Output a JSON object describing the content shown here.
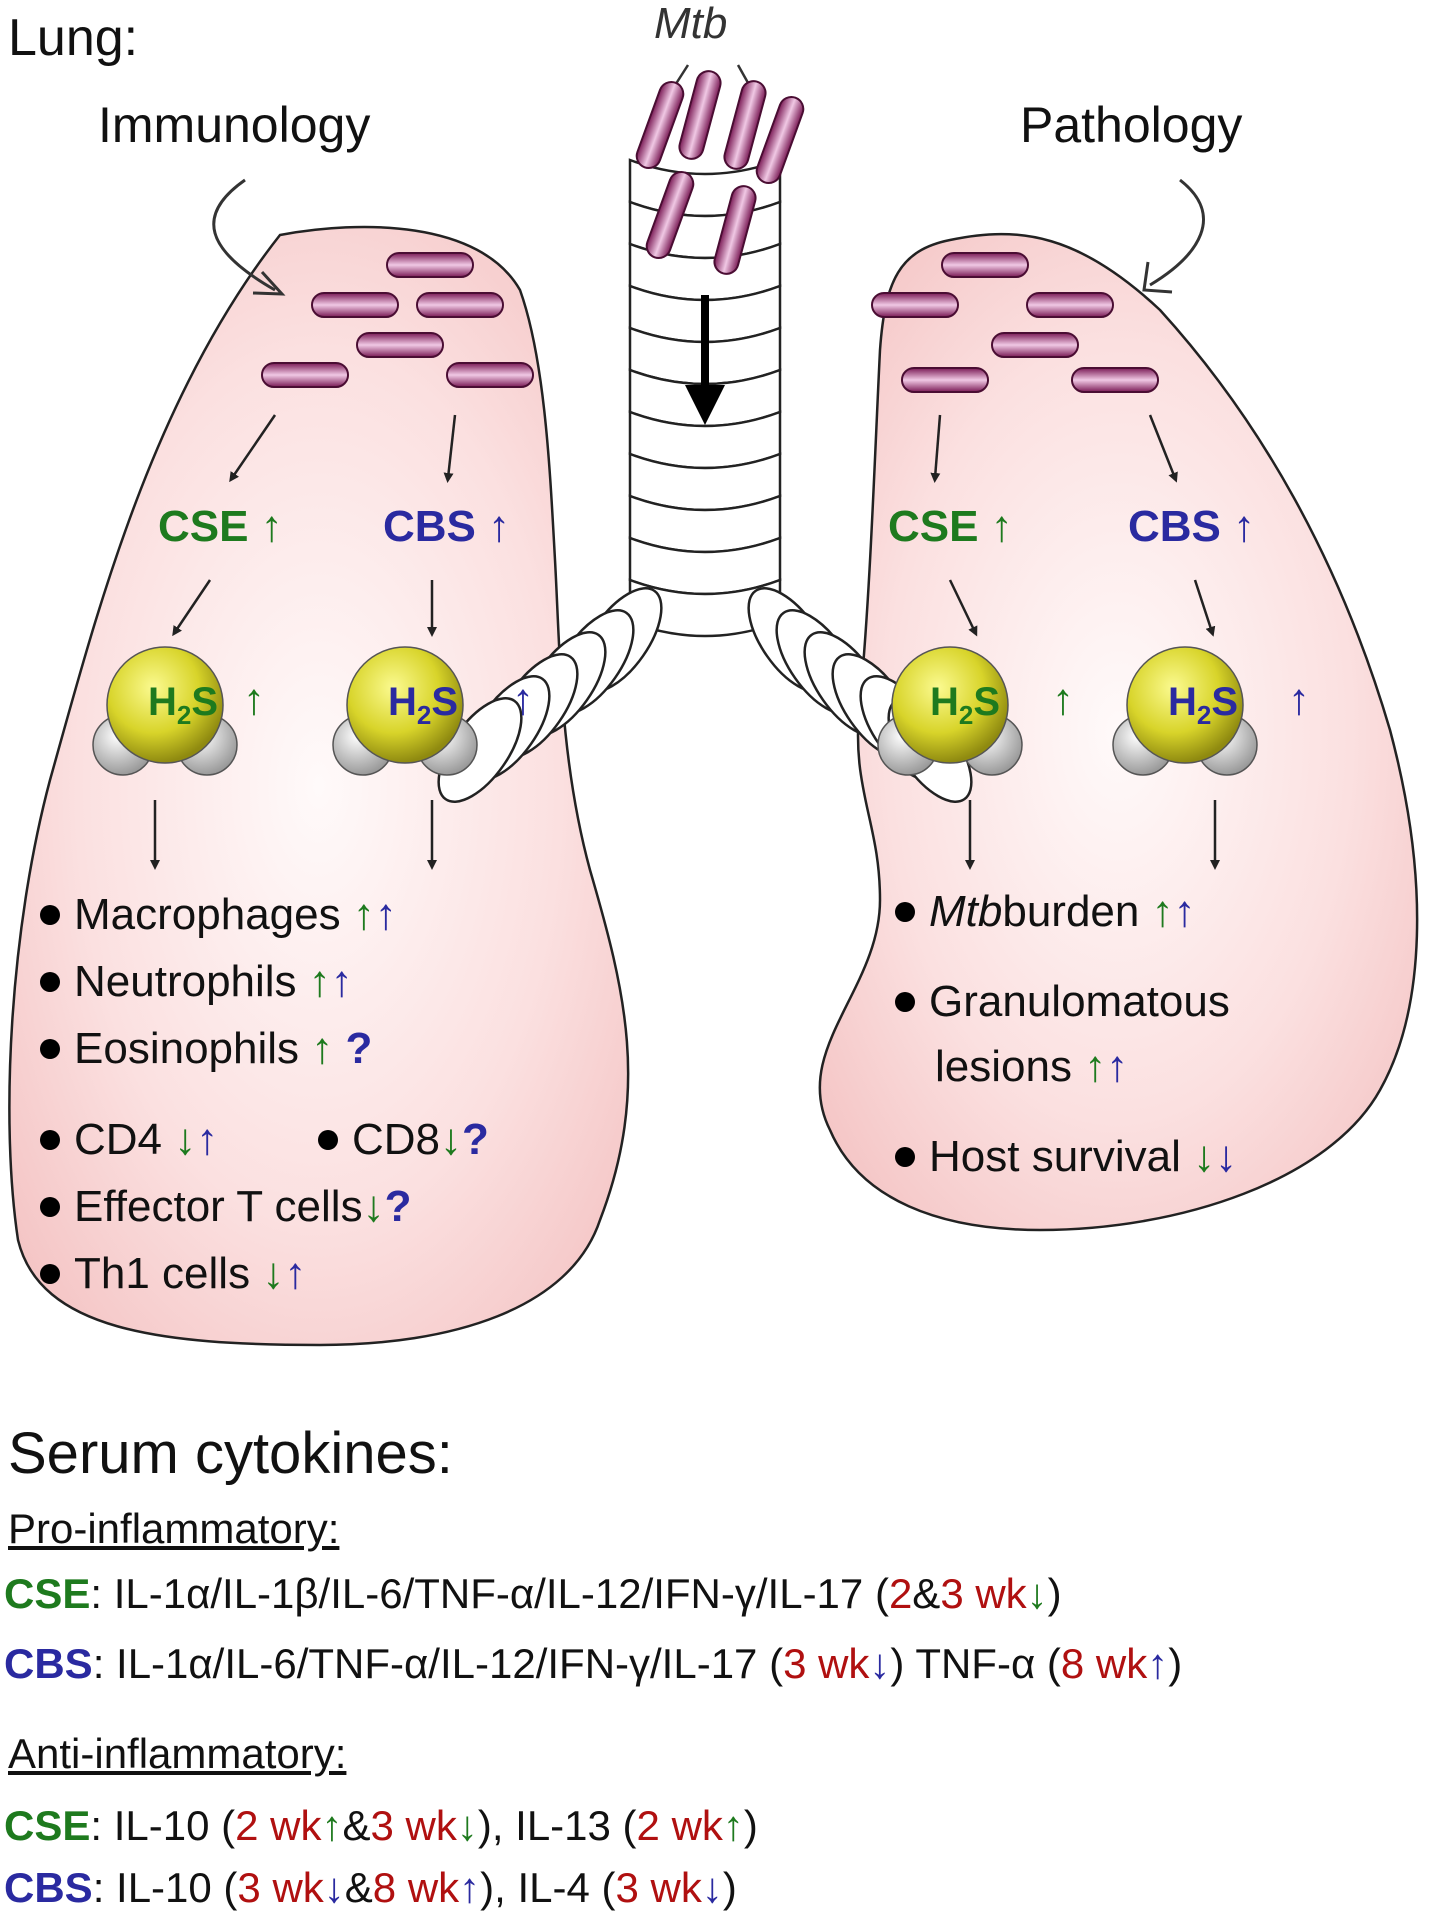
{
  "header": {
    "lung_label": "Lung:",
    "mtb_label": "Mtb"
  },
  "panels": {
    "left_title": "Immunology",
    "right_title": "Pathology"
  },
  "enzymes": {
    "cse": "CSE",
    "cbs": "CBS",
    "h2s_main": "H",
    "h2s_sub": "2",
    "h2s_end": "S"
  },
  "immunology_items": [
    {
      "text": "Macrophages",
      "marks": "↑↑"
    },
    {
      "text": "Neutrophils",
      "marks": "↑↑"
    },
    {
      "text": "Eosinophils",
      "marks": "↑?"
    },
    {
      "text": "CD4",
      "marks": "↓↑"
    },
    {
      "text": "CD8",
      "marks": "↓?"
    },
    {
      "text": "Effector T cells",
      "marks": "↓?"
    },
    {
      "text": "Th1 cells",
      "marks": "↓↑"
    }
  ],
  "pathology_items": [
    {
      "text_italic": "Mtb",
      "text": " burden",
      "marks": "↑↑"
    },
    {
      "text": "Granulomatous",
      "text2": "lesions",
      "marks": "↑↑"
    },
    {
      "text": "Host survival",
      "marks": "↓↓"
    }
  ],
  "serum": {
    "title": "Serum cytokines:",
    "pro_heading": "Pro-inflammatory:",
    "anti_heading": "Anti-inflammatory:",
    "pro_cse_label": "CSE",
    "pro_cse_text": ": IL-1α/IL-1β/IL-6/TNF-α/IL-12/IFN-γ/IL-17 (",
    "pro_cse_t1": "2",
    "pro_cse_amp": " & ",
    "pro_cse_t2": "3 wk",
    "pro_cbs_label": "CBS",
    "pro_cbs_text": ": IL-1α/IL-6/TNF-α/IL-12/IFN-γ/IL-17 (",
    "pro_cbs_t1": "3 wk",
    "pro_cbs_mid": ")  TNF-α (",
    "pro_cbs_t2": "8 wk",
    "anti_cse_label": "CSE",
    "anti_cse_text1": ":  IL-10 (",
    "anti_cse_t1": "2 wk",
    "anti_cse_amp": "& ",
    "anti_cse_t2": "3 wk",
    "anti_cse_text2": "), IL-13 (",
    "anti_cse_t3": "2 wk",
    "anti_cbs_label": "CBS",
    "anti_cbs_text1": ":  IL-10 (",
    "anti_cbs_t1": "3 wk",
    "anti_cbs_amp": " & ",
    "anti_cbs_t2": "8 wk",
    "anti_cbs_text2": "), IL-4 (",
    "anti_cbs_t3": "3 wk",
    "close": ")"
  },
  "colors": {
    "cse": "#1e7a1e",
    "cbs": "#2a2aa0",
    "time": "#b01010",
    "lung_fill": "#f9d3d3",
    "bacteria": "#8a2060",
    "h2s": "#d6d32a"
  }
}
